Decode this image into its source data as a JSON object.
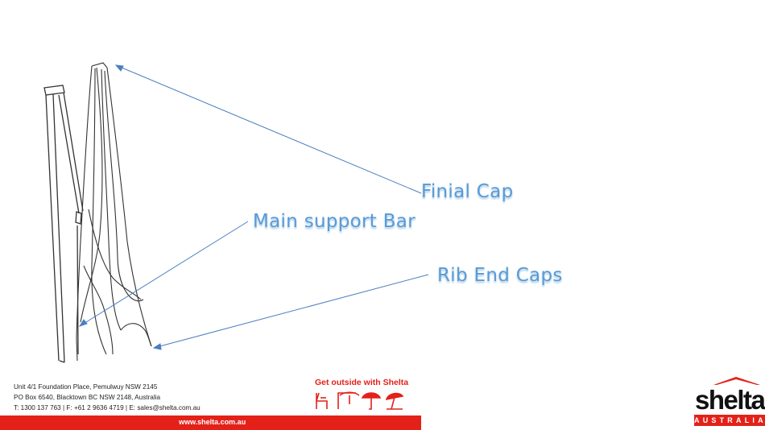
{
  "callouts": {
    "finial_cap": "Finial Cap",
    "main_support_bar": "Main support Bar",
    "rib_end_caps": "Rib End Caps"
  },
  "footer": {
    "address_line_1": "Unit 4/1 Foundation Place, Pemulwuy NSW 2145",
    "address_line_2": "PO Box 6540, Blacktown BC NSW 2148, Australia",
    "address_line_3": "T: 1300 137 763  |  F: +61 2 9636 4719  |  E: sales@shelta.com.au",
    "website": "www.shelta.com.au",
    "tagline": "Get outside with Shelta",
    "logo_word": "shelta",
    "logo_sub": "AUSTRALIA"
  },
  "colors": {
    "callout": "#5a9bd5",
    "arrow": "#4a7fc1",
    "brand_red": "#e32119"
  },
  "icons": [
    "chair-icon",
    "cantilever-umbrella-icon",
    "market-umbrella-icon",
    "beach-umbrella-icon"
  ]
}
